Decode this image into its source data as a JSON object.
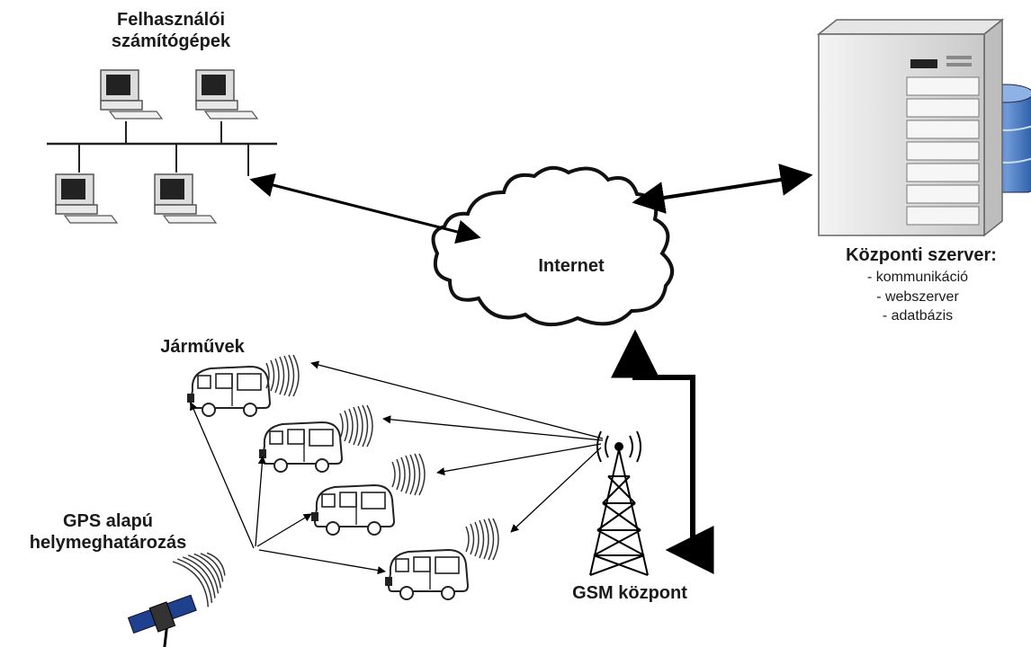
{
  "labels": {
    "user_computers_line1": "Felhasználói",
    "user_computers_line2": "számítógépek",
    "internet": "Internet",
    "central_server_title": "Központi szerver:",
    "central_server_roles": [
      "- kommunikáció",
      "- webszerver",
      "- adatbázis"
    ],
    "vehicles": "Járművek",
    "gps_line1": "GPS alapú",
    "gps_line2": "helymeghatározás",
    "gsm_center": "GSM központ"
  }
}
